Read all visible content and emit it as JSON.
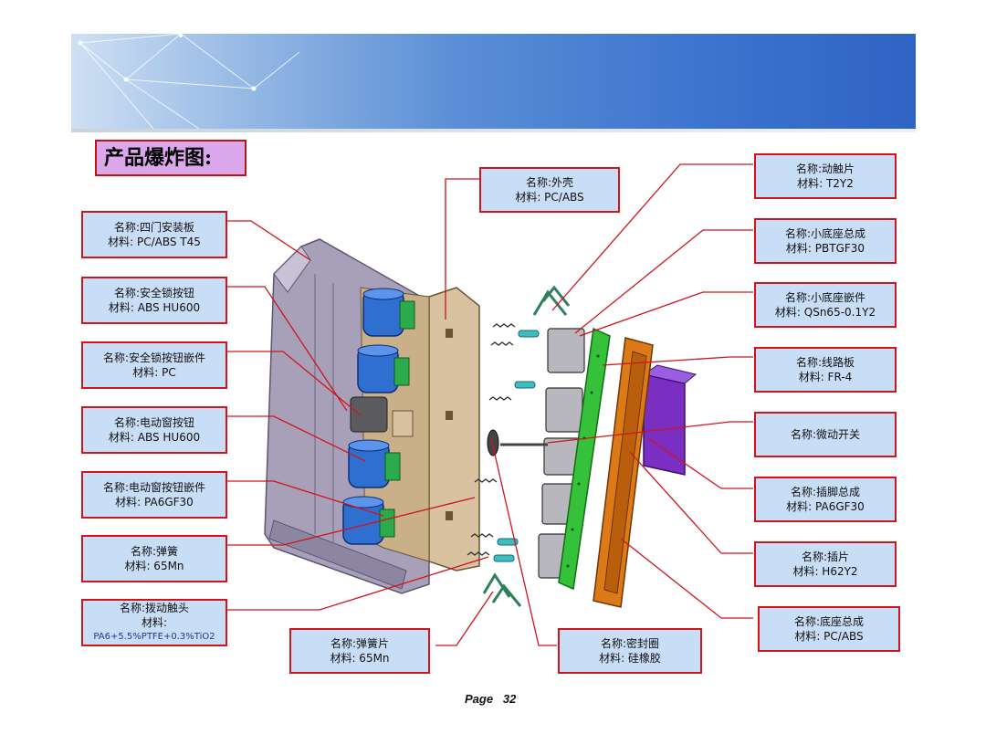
{
  "title": "产品爆炸图:",
  "page": {
    "label": "Page",
    "number": "32"
  },
  "labels": {
    "sidong_anzhuangban": {
      "name": "名称:四门安装板",
      "material": "材料: PC/ABS T45"
    },
    "anquansuo_anniu": {
      "name": "名称:安全锁按钮",
      "material": "材料: ABS HU600"
    },
    "anquansuo_qianjian": {
      "name": "名称:安全锁按钮嵌件",
      "material": "材料: PC"
    },
    "diandongchuang_anniu": {
      "name": "名称:电动窗按钮",
      "material": "材料: ABS HU600"
    },
    "diandongchuang_qianjian": {
      "name": "名称:电动窗按钮嵌件",
      "material": "材料: PA6GF30"
    },
    "tanhuang": {
      "name": "名称:弹簧",
      "material": "材料: 65Mn"
    },
    "bodong_chutou": {
      "name": "名称:拨动触头",
      "material": "材料:",
      "material_detail": "PA6+5.5%PTFE+0.3%TiO2"
    },
    "tanhuangpian": {
      "name": "名称:弹簧片",
      "material": "材料: 65Mn"
    },
    "waike": {
      "name": "名称:外壳",
      "material": "材料: PC/ABS"
    },
    "mifengquan": {
      "name": "名称:密封圈",
      "material": "材料: 硅橡胶"
    },
    "dongchupian": {
      "name": "名称:动触片",
      "material": "材料: T2Y2"
    },
    "xiaodizuo_zongcheng": {
      "name": "名称:小底座总成",
      "material": "材料: PBTGF30"
    },
    "xiaodizuo_qianjian": {
      "name": "名称:小底座嵌件",
      "material": "材料: QSn65-0.1Y2"
    },
    "xianluban": {
      "name": "名称:线路板",
      "material": "材料: FR-4"
    },
    "weidong_kaiguan": {
      "name": "名称:微动开关"
    },
    "chajiao_zongcheng": {
      "name": "名称:插脚总成",
      "material": "材料: PA6GF30"
    },
    "chapian": {
      "name": "名称:插片",
      "material": "材料: H62Y2"
    },
    "dizuo_zongcheng": {
      "name": "名称:底座总成",
      "material": "材料: PC/ABS"
    }
  },
  "colors": {
    "label_bg": "#c8ddf6",
    "label_border": "#d0141c",
    "leader_line": "#d0141c",
    "title_bg": "#d9a7ea",
    "housing": "#d8c2a0",
    "button_blue": "#2f6fd0",
    "pcb_green": "#35c23a",
    "base_orange": "#dd7a18",
    "connector_purple": "#7a2fc2",
    "mounting_plate": "#a7a0b8"
  }
}
